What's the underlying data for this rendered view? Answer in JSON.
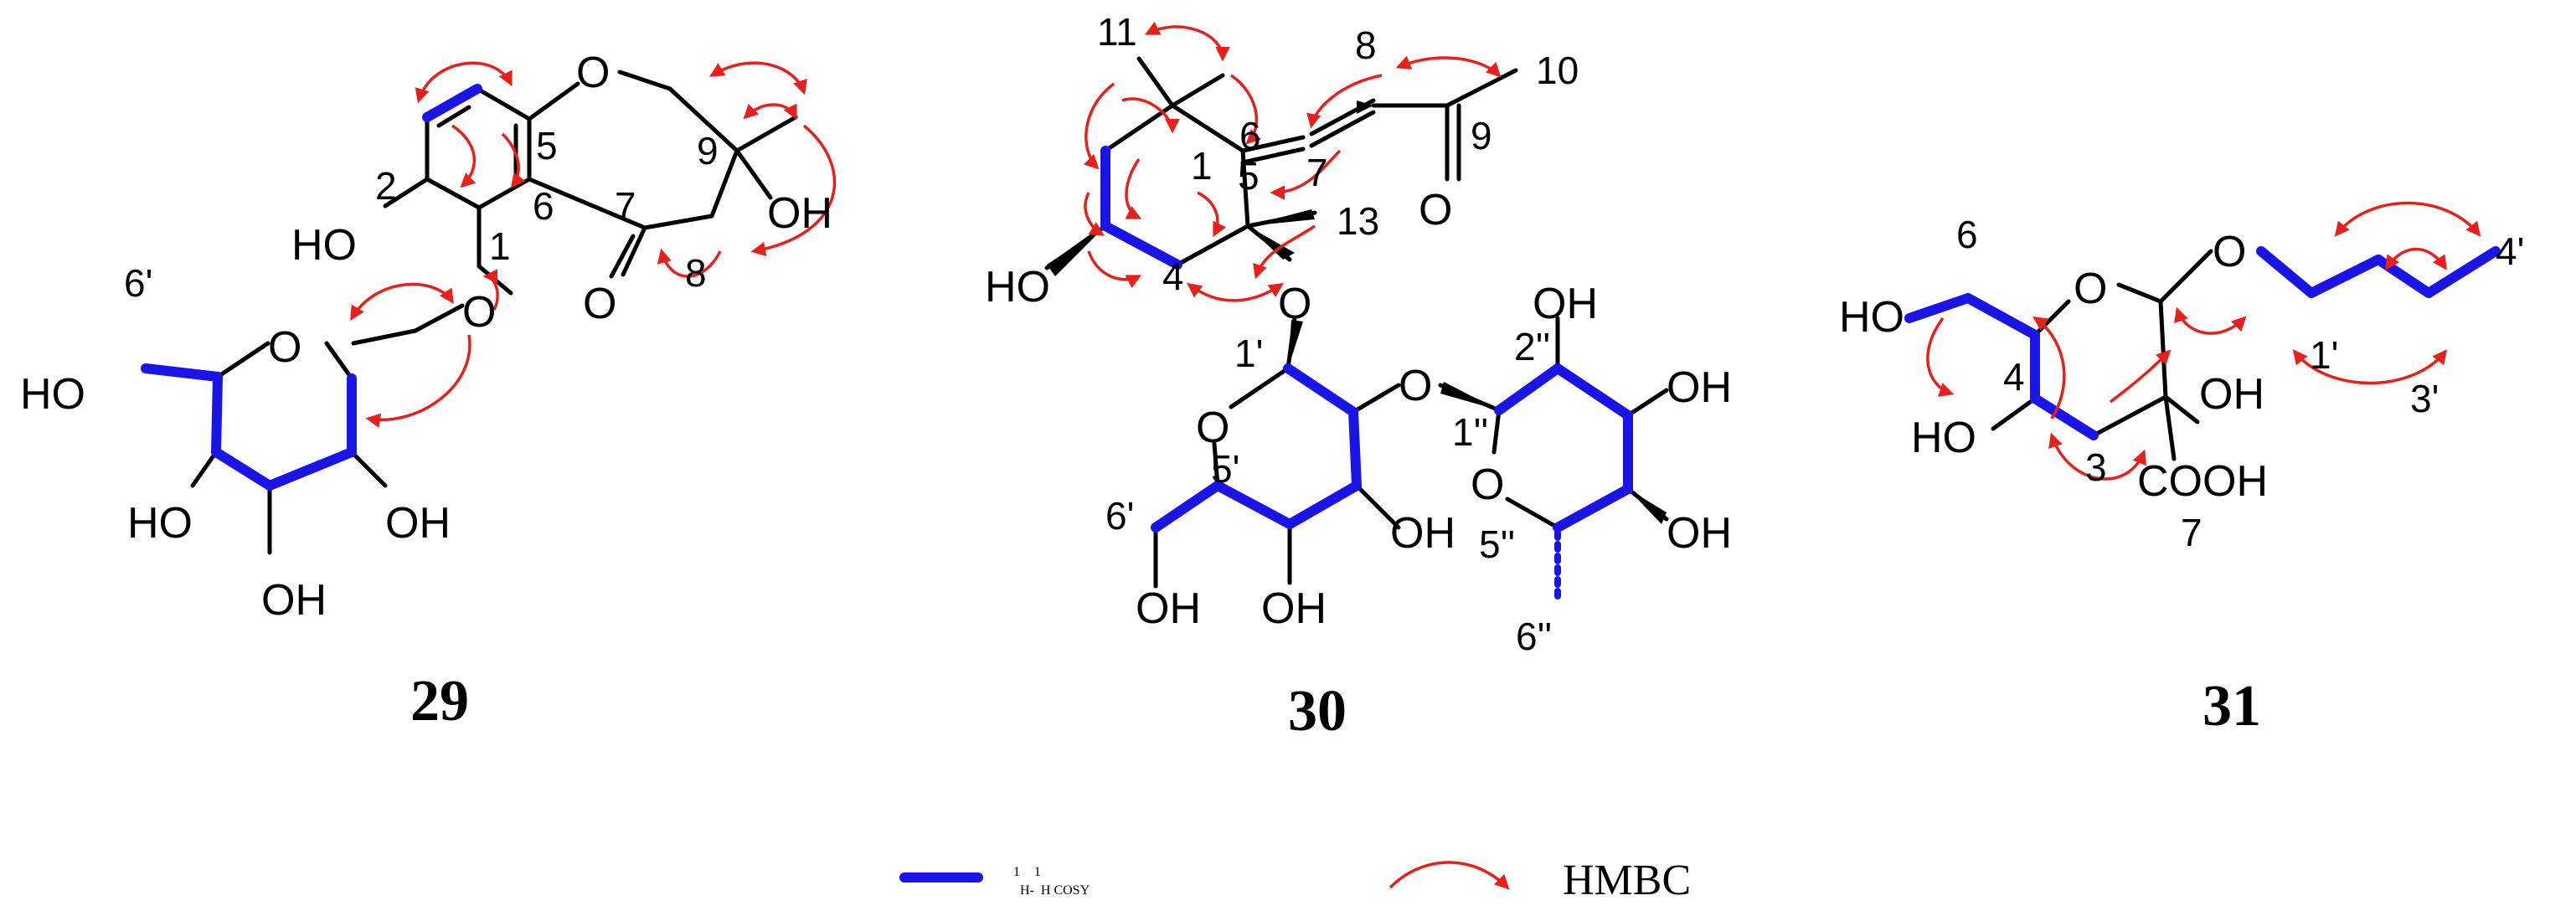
{
  "compounds": [
    {
      "id": "29",
      "atoms": {
        "o_ring": "O",
        "oh2": "HO",
        "oh9": "OH",
        "o_keto": "O",
        "o_glyco": "O",
        "o_sugar": "O",
        "ho6": "HO",
        "oh_a": "HO",
        "oh_b": "OH",
        "oh_c": "OH"
      },
      "numbers": {
        "n1": "1",
        "n2": "2",
        "n5": "5",
        "n6": "6",
        "n7": "7",
        "n8": "8",
        "n9": "9",
        "n6p": "6'"
      }
    },
    {
      "id": "30",
      "atoms": {
        "o_keto": "O",
        "ho3": "HO",
        "o_link1": "O",
        "o_sugar1": "O",
        "o_link2": "O",
        "oh_2pp": "OH",
        "oh_3pp": "OH",
        "oh_4pp": "OH",
        "o_sugar2": "O",
        "oh_3p": "OH",
        "oh_4p": "OH",
        "oh_6p": "OH"
      },
      "numbers": {
        "n1": "1",
        "n4": "4",
        "n5": "5",
        "n6": "6",
        "n7": "7",
        "n8": "8",
        "n9": "9",
        "n10": "10",
        "n11": "11",
        "n13": "13",
        "n1p": "1'",
        "n5p": "5'",
        "n6p": "6'",
        "n1pp": "1''",
        "n2pp": "2''",
        "n5pp": "5''",
        "n6pp": "6''"
      }
    },
    {
      "id": "31",
      "atoms": {
        "ho6": "HO",
        "o_ring": "O",
        "o_link": "O",
        "oh2": "OH",
        "ho4": "HO",
        "cooh": "COOH"
      },
      "numbers": {
        "n1p": "1'",
        "n3": "3",
        "n3p": "3'",
        "n4": "4",
        "n4p": "4'",
        "n6": "6",
        "n7": "7"
      }
    }
  ],
  "legend": {
    "cosy_sup1": "1",
    "cosy_h1": "H-",
    "cosy_sup2": "1",
    "cosy_rest": "H COSY",
    "hmbc_label": "HMBC",
    "cosy_color": "#1a14e6",
    "hmbc_color": "#e8201c"
  }
}
